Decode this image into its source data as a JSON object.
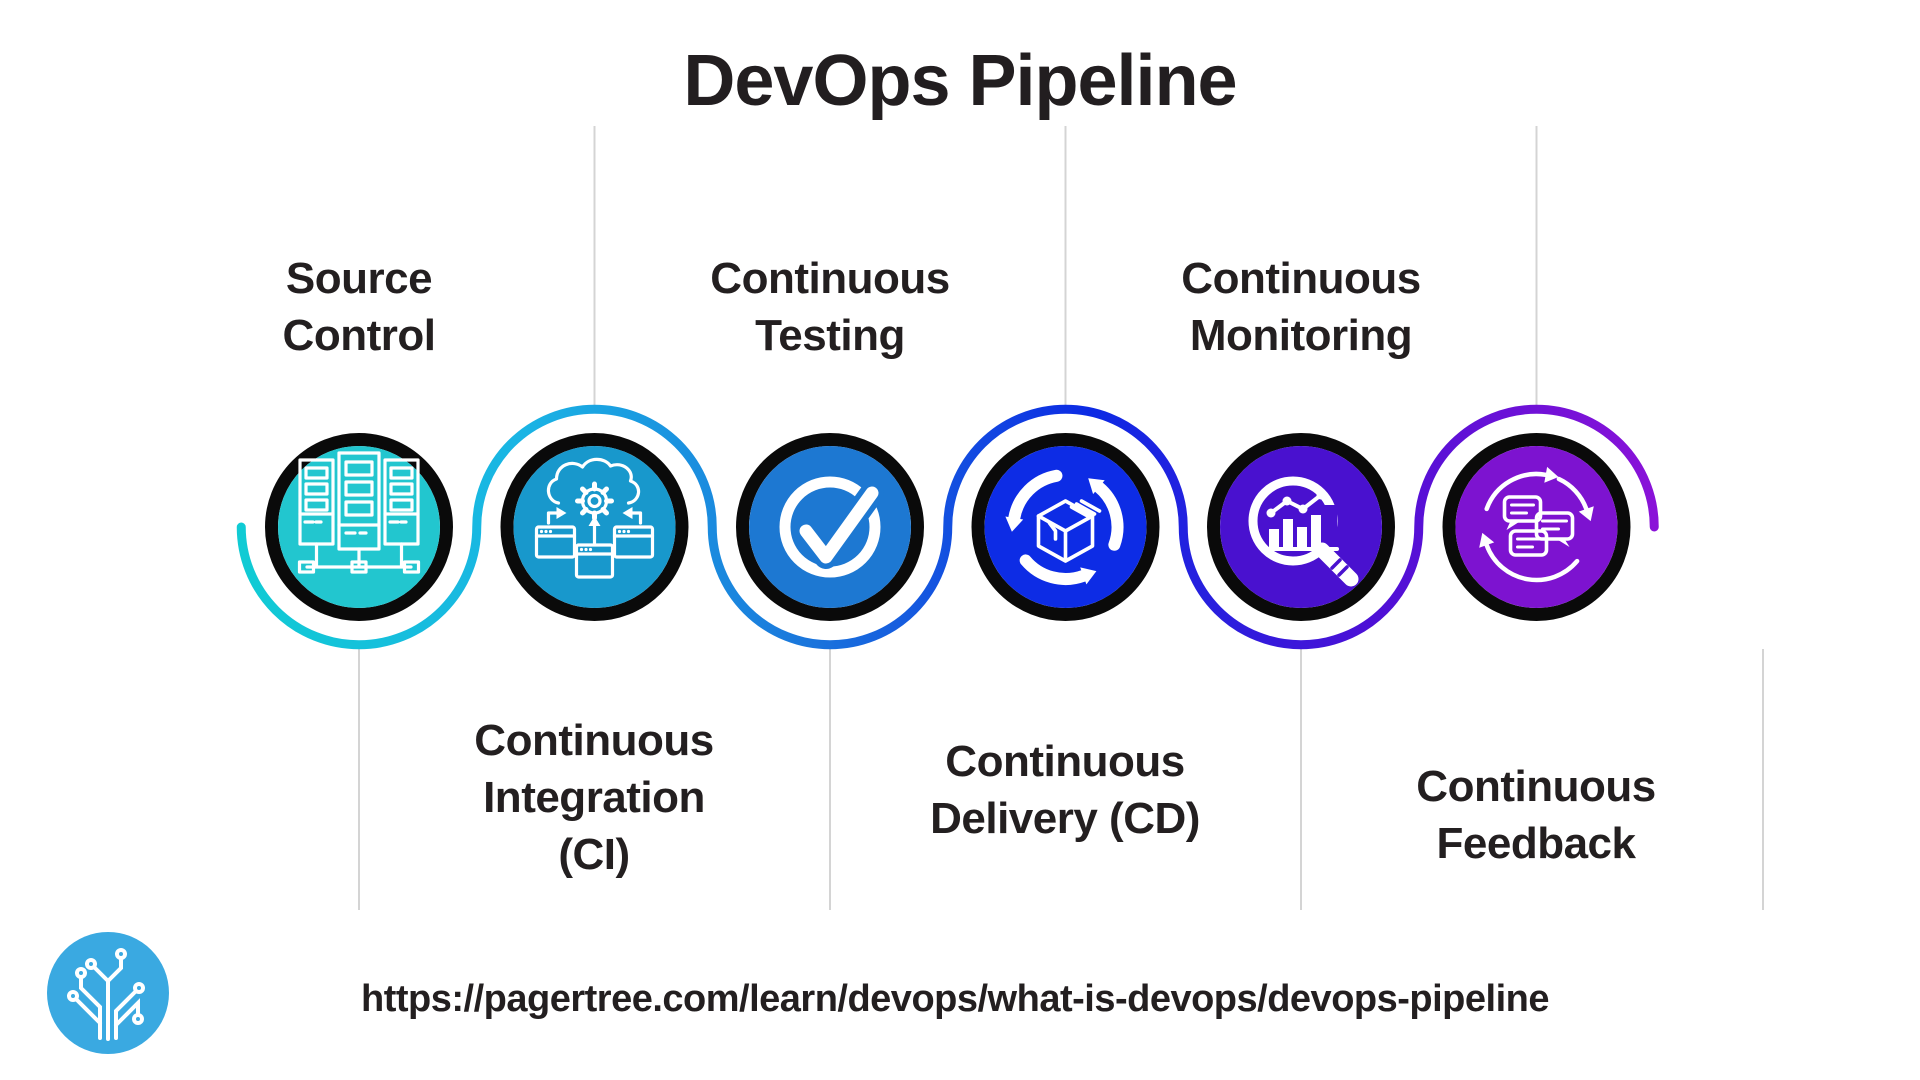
{
  "title": "DevOps Pipeline",
  "stages": [
    {
      "name": "source-control",
      "label_lines": [
        "Source",
        "Control"
      ],
      "label_position": "top",
      "color": "#22c6cf",
      "icon": "servers-icon"
    },
    {
      "name": "continuous-integration",
      "label_lines": [
        "Continuous",
        "Integration",
        "(CI)"
      ],
      "label_position": "bottom",
      "color": "#1898cc",
      "icon": "cloud-gear-icon"
    },
    {
      "name": "continuous-testing",
      "label_lines": [
        "Continuous",
        "Testing"
      ],
      "label_position": "top",
      "color": "#1d78d2",
      "icon": "checkmark-icon"
    },
    {
      "name": "continuous-delivery",
      "label_lines": [
        "Continuous",
        "Delivery (CD)"
      ],
      "label_position": "bottom",
      "color": "#0d2ce5",
      "icon": "package-cycle-icon"
    },
    {
      "name": "continuous-monitoring",
      "label_lines": [
        "Continuous",
        "Monitoring"
      ],
      "label_position": "top",
      "color": "#4911cf",
      "icon": "magnifier-chart-icon"
    },
    {
      "name": "continuous-feedback",
      "label_lines": [
        "Continuous",
        "Feedback"
      ],
      "label_position": "bottom",
      "color": "#7d13d0",
      "icon": "chat-cycle-icon"
    }
  ],
  "pipeline_gradient": [
    "#10cbd4",
    "#1ab4e4",
    "#1a76dc",
    "#0c2ae4",
    "#4d10d6",
    "#8a12d8"
  ],
  "ring_color": "#0a0a0a",
  "icon_color": "#ffffff",
  "connector_line_color": "#d4d4d4",
  "footer": {
    "url": "https://pagertree.com/learn/devops/what-is-devops/devops-pipeline",
    "logo": "pagertree-circuit-tree-logo",
    "logo_color": "#3aa9e1"
  }
}
